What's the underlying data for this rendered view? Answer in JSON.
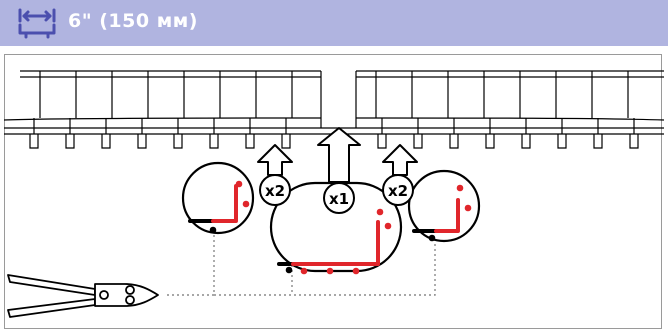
{
  "header": {
    "title": "6\" (150 мм)",
    "icon": "width-dimension-icon",
    "background_color": "#b0b4e0",
    "icon_color": "#4b4fae"
  },
  "diagram": {
    "callouts": {
      "left": "x2",
      "center": "x1",
      "right": "x2"
    },
    "accent_color": "#e0262b",
    "tool_icon": "bolt-cutter-icon"
  }
}
